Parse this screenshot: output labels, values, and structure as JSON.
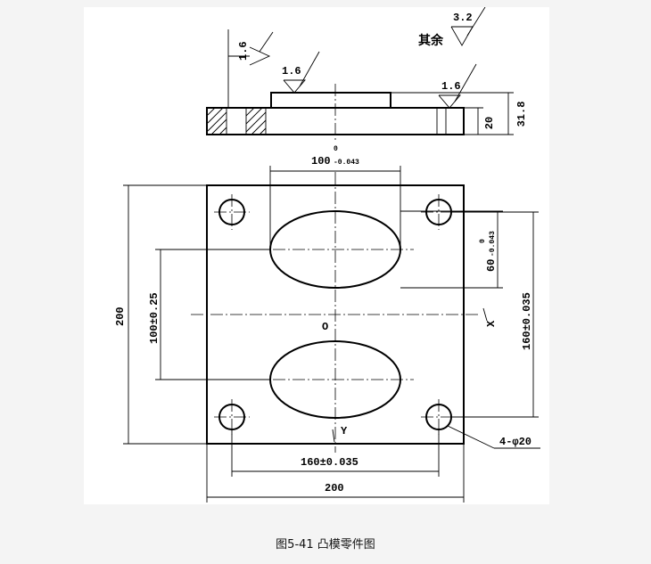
{
  "caption": "图5-41  凸模零件图",
  "roughness": {
    "other": "3.2",
    "other_label": "其余",
    "left_flange": "1.6",
    "top_boss": "1.6",
    "right_flange": "1.6"
  },
  "dims": {
    "oval_width": "100",
    "oval_width_tol_upper": "0",
    "oval_width_tol_lower": "-0.043",
    "oval_height": "60",
    "oval_height_tol_upper": "0",
    "oval_height_tol_lower": "-0.043",
    "plate_height": "200",
    "plate_width": "200",
    "oval_pitch": "100±0.25",
    "hole_pitch_x": "160±0.035",
    "hole_pitch_y": "160±0.035",
    "holes": "4-φ20",
    "base_thickness": "20",
    "total_thickness": "31.8"
  },
  "axes": {
    "origin": "O",
    "x": "X",
    "y": "Y"
  }
}
